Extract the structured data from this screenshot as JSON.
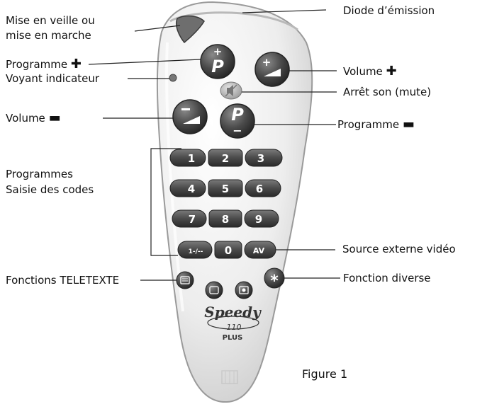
{
  "labels": {
    "standby_line1": "Mise en veille ou",
    "standby_line2": "mise en marche",
    "program_plus_text": "Programme",
    "program_plus_sym": "✚",
    "indicator": "Voyant indicateur",
    "volume_minus_text": "Volume",
    "volume_minus_sym": "▬",
    "programmes": "Programmes",
    "codes": "Saisie des codes",
    "teletext": "Fonctions TELETEXTE",
    "emitter": "Diode d’émission",
    "volume_plus_text": "Volume",
    "volume_plus_sym": "✚",
    "mute": "Arrêt son (mute)",
    "program_minus_text": "Programme",
    "program_minus_sym": "▬",
    "external_source": "Source externe vidéo",
    "misc_function": "Fonction diverse",
    "figure": "Figure 1"
  },
  "remote": {
    "brand": "Speedy",
    "model": "110",
    "suffix": "PLUS",
    "keys": {
      "prog_plus_sign": "+",
      "prog_plus_letter": "P",
      "vol_plus_sign": "+",
      "prog_minus_letter": "P",
      "prog_minus_sign": "−",
      "k1": "1",
      "k2": "2",
      "k3": "3",
      "k4": "4",
      "k5": "5",
      "k6": "6",
      "k7": "7",
      "k8": "8",
      "k9": "9",
      "k_digits": "1-/--",
      "k0": "0",
      "k_av": "AV",
      "k_star": "*"
    }
  },
  "colors": {
    "body_light": "#f2f2f2",
    "body_shade": "#cfcfcf",
    "key_dark": "#4a4a4a",
    "standby_key": "#6e6e6e",
    "mute_key": "#b9b9b9",
    "leader_line": "#222222"
  }
}
